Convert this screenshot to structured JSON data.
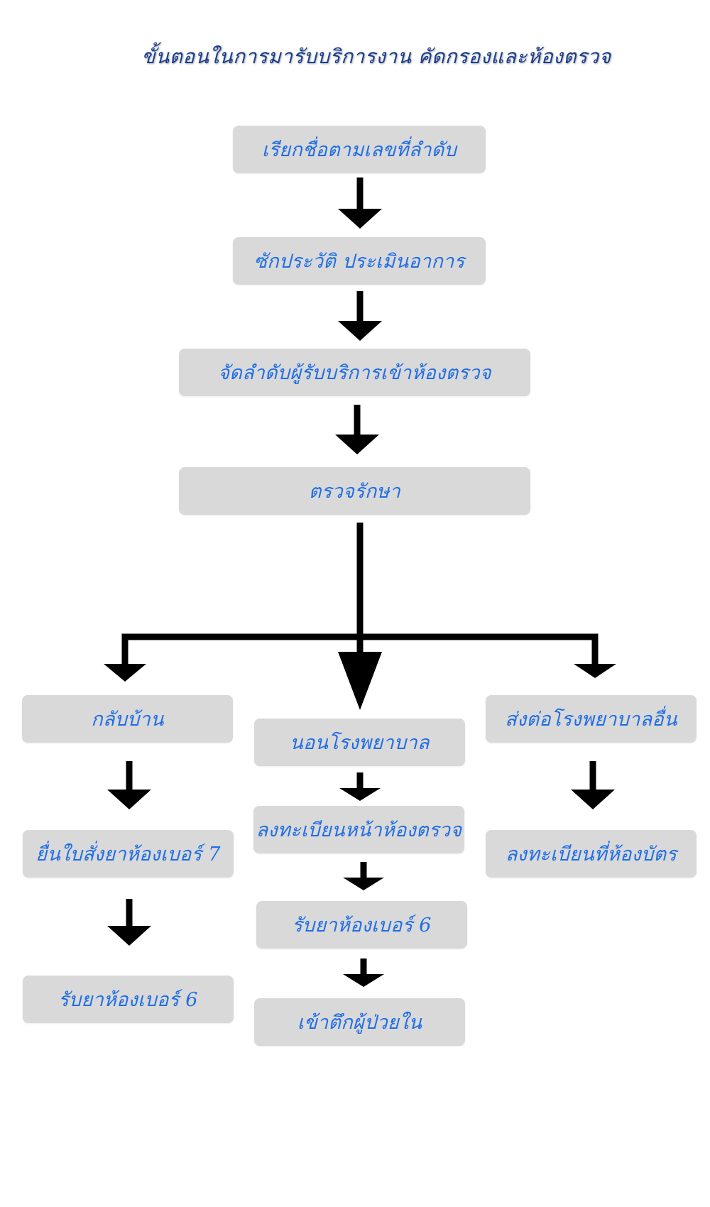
{
  "title": "ขั้นตอนในการมารับบริการงาน คัดกรองและห้องตรวจ",
  "colors": {
    "box_fill": "#d9d9d9",
    "box_text": "#1f6de6",
    "title_text": "#1c3f8f",
    "arrow": "#000000"
  },
  "steps": {
    "call_queue": "เรียกชื่อตามเลขที่ลำดับ",
    "history": "ซักประวัติ ประเมินอาการ",
    "order_exam": "จัดลำดับผู้รับบริการเข้าห้องตรวจ",
    "treat": "ตรวจรักษา"
  },
  "branches": {
    "home": {
      "label": "กลับบ้าน",
      "steps": [
        "ยื่นใบสั่งยาห้องเบอร์ 7",
        "รับยาห้องเบอร์ 6"
      ]
    },
    "admit": {
      "label": "นอนโรงพยาบาล",
      "steps": [
        "ลงทะเบียนหน้าห้องตรวจ",
        "รับยาห้องเบอร์ 6",
        "เข้าตึกผู้ป่วยใน"
      ]
    },
    "refer": {
      "label": "ส่งต่อโรงพยาบาลอื่น",
      "steps": [
        "ลงทะเบียนที่ห้องบัตร"
      ]
    }
  }
}
